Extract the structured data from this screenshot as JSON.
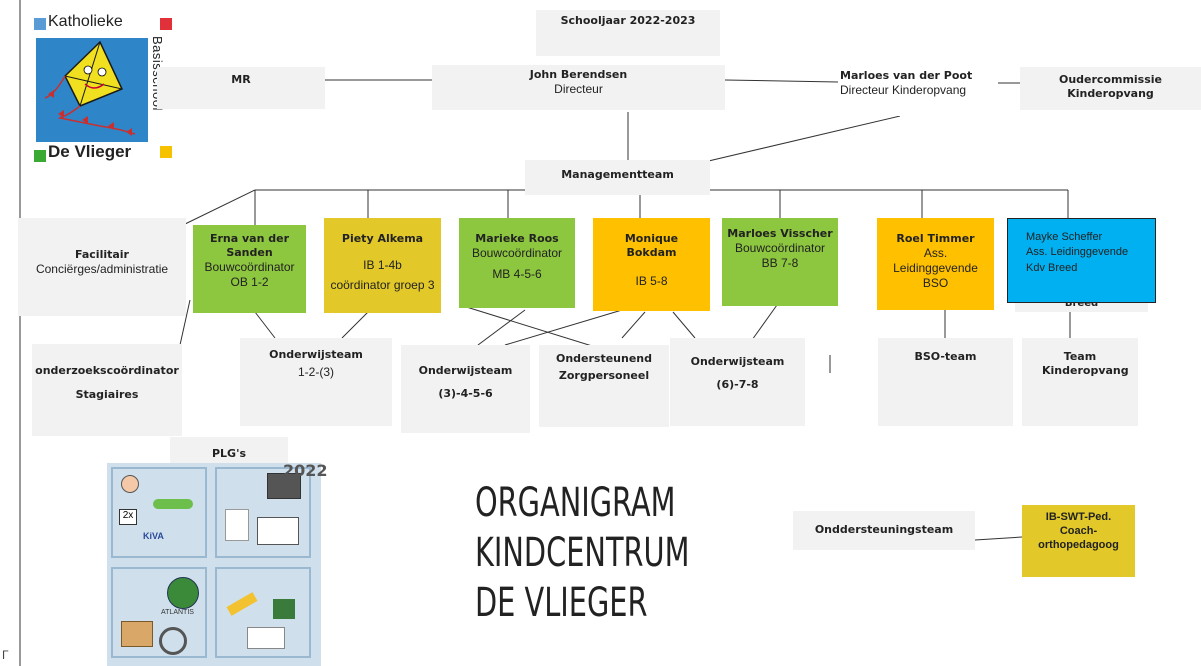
{
  "logo": {
    "line1": "Katholieke",
    "vertical": "Basisschool",
    "line2": "De Vlieger",
    "colors": {
      "blue": "#5b9bd5",
      "red": "#e0303a",
      "green": "#3aaa35",
      "yellow": "#f6c200",
      "kite": "#f0e020"
    }
  },
  "schooljaar": "Schooljaar 2022-2023",
  "top": {
    "mr": "MR",
    "director_name": "John Berendsen",
    "director_role": "Directeur",
    "kdv_director_name": "Marloes van der Poot",
    "kdv_director_role": "Directeur Kinderopvang",
    "oudercommissie": "Oudercommissie Kinderopvang",
    "managementteam": "Managementteam"
  },
  "facilitair": {
    "title": "Facilitair",
    "sub": "Conciërges/administratie"
  },
  "mt_members": [
    {
      "name": "Erna van der Sanden",
      "line2": "Bouwcoördinator",
      "line3": "OB 1-2"
    },
    {
      "name": "Piety Alkema",
      "line2": "IB 1-4b",
      "line3": "coördinator groep 3"
    },
    {
      "name": "Marieke Roos",
      "line2": "Bouwcoördinator",
      "line3": "MB 4-5-6"
    },
    {
      "name": "Monique Bokdam",
      "line2": "IB 5-8",
      "line3": ""
    },
    {
      "name": "Marloes Visscher",
      "line2": "Bouwcoördinator",
      "line3": "BB 7-8"
    },
    {
      "name": "Roel Timmer",
      "line2": "Ass. Leidinggevende",
      "line3": "BSO"
    }
  ],
  "mayke": {
    "line1": "Mayke Scheffer",
    "line2": "Ass. Leidinggevende",
    "line3": "Kdv Breed",
    "behind": "Breed"
  },
  "teams": {
    "onderzoek_1": "onderzoekscoördinator",
    "onderzoek_2": "Stagiaires",
    "ow1_title": "Onderwijsteam",
    "ow1_sub": "1-2-(3)",
    "ow2_title": "Onderwijsteam",
    "ow2_sub": "(3)-4-5-6",
    "ondersteunend": "Ondersteunend Zorgpersoneel",
    "ow3_title": "Onderwijsteam",
    "ow3_sub": "(6)-7-8",
    "bso": "BSO-team",
    "kinderopvang": "Team Kinderopvang"
  },
  "plg": "PLG's",
  "plg_image": {
    "year": "2022",
    "labels": [
      "2x",
      "KiVA",
      "ATLANTIS"
    ]
  },
  "organigram": [
    "ORGANIGRAM",
    "KINDCENTRUM",
    "DE VLIEGER"
  ],
  "ondersteuningsteam": "Onddersteuningsteam",
  "ib_swt": "IB-SWT-Ped. Coach-orthopedagoog",
  "corner_mark": "Γ"
}
